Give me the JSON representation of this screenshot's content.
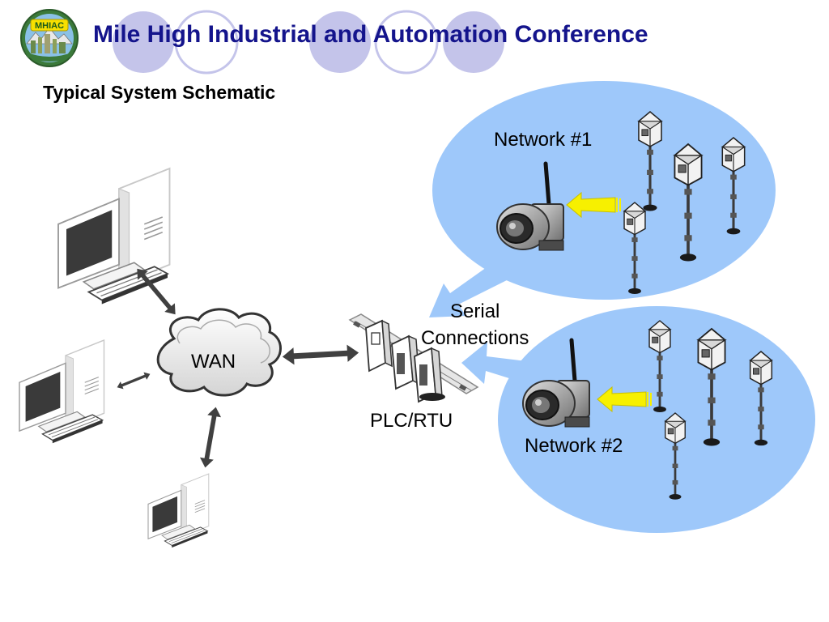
{
  "header": {
    "title": "Mile High Industrial and Automation Conference",
    "logo_text": "MHIAC"
  },
  "section": {
    "title": "Typical System Schematic"
  },
  "diagram": {
    "nodes": {
      "wan": "WAN",
      "plc": "PLC/RTU",
      "network_1": "Network #1",
      "network_2": "Network #2"
    },
    "serial_connections": {
      "line1": "Serial",
      "line2": "Connections"
    },
    "colors": {
      "title": "#14148c",
      "network_bubble": "#9ec8fa",
      "serial_arrow": "#9ec8fa",
      "wireless_arrow": "#f7f000",
      "deco_circle": "#bcbce6"
    }
  }
}
